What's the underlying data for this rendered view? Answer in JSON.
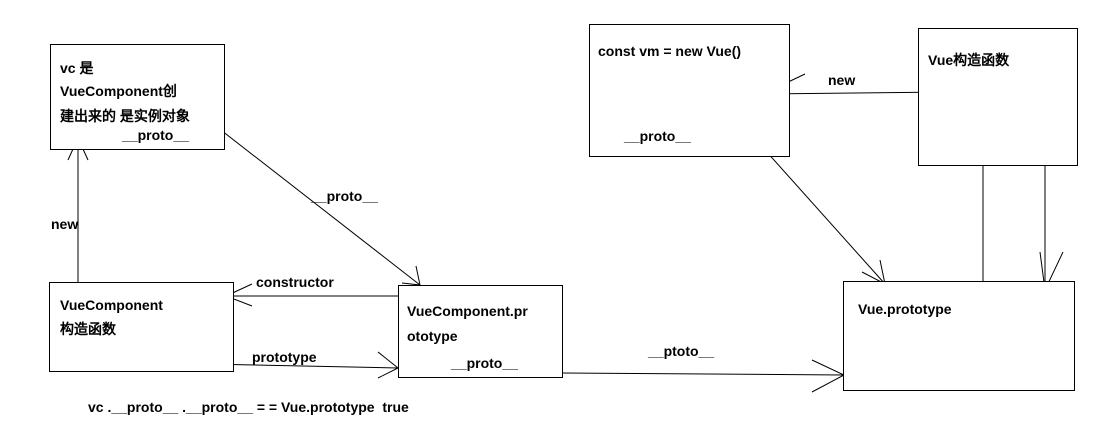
{
  "vc_box": {
    "line1": "vc 是",
    "line2": "VueComponent创",
    "line3": "建出来的 是实例对象",
    "proto": "__proto__"
  },
  "vuecomponent_box": {
    "line1": "VueComponent",
    "line2": "构造函数"
  },
  "vcproto_box": {
    "line1": "VueComponent.pr",
    "line2": "ototype",
    "proto": "__proto__"
  },
  "vm_box": {
    "line1": "const vm = new Vue()",
    "proto": "__proto__"
  },
  "vue_box": {
    "line1": "Vue构造函数"
  },
  "vueproto_box": {
    "line1": "Vue.prototype"
  },
  "labels": {
    "new_left": "new",
    "proto_mid": "__proto__",
    "constructor": "constructor",
    "prototype": "prototype",
    "ptoto": "__ptoto__",
    "new_right": "new"
  },
  "equation": "vc .__proto__ .__proto__ = = Vue.prototype  true"
}
